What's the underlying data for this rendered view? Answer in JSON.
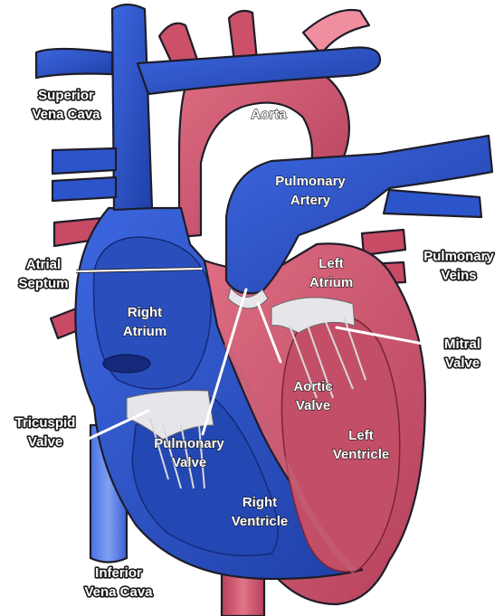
{
  "colors": {
    "oxygen_poor": "#2f58cf",
    "oxygen_poor_dark": "#1c3891",
    "oxygen_rich": "#d0566e",
    "oxygen_rich_dark": "#8f2a3f",
    "valve": "#e9e8ea",
    "outline": "#1d1d2a"
  },
  "labels": {
    "superior_vena_cava": [
      "Superior",
      "Vena Cava"
    ],
    "aorta": [
      "Aorta"
    ],
    "pulmonary_artery": [
      "Pulmonary",
      "Artery"
    ],
    "pulmonary_veins": [
      "Pulmonary",
      "Veins"
    ],
    "atrial_septum": [
      "Atrial",
      "Septum"
    ],
    "left_atrium": [
      "Left",
      "Atrium"
    ],
    "right_atrium": [
      "Right",
      "Atrium"
    ],
    "mitral_valve": [
      "Mitral",
      "Valve"
    ],
    "aortic_valve": [
      "Aortic",
      "Valve"
    ],
    "tricuspid_valve": [
      "Tricuspid",
      "Valve"
    ],
    "pulmonary_valve": [
      "Pulmonary",
      "Valve"
    ],
    "left_ventricle": [
      "Left",
      "Ventricle"
    ],
    "right_ventricle": [
      "Right",
      "Ventricle"
    ],
    "inferior_vena_cava": [
      "Inferior",
      "Vena Cava"
    ]
  }
}
